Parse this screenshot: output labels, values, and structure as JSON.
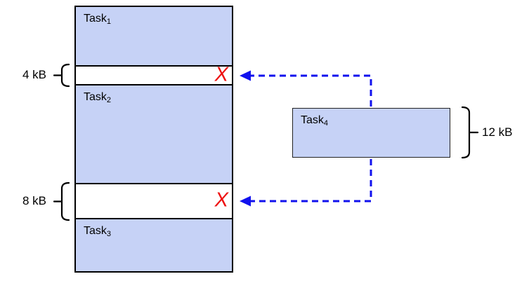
{
  "diagram": {
    "memory_column": {
      "segments": [
        {
          "kind": "task",
          "label_base": "Task",
          "label_sub": "1"
        },
        {
          "kind": "gap",
          "size_label": "4 kB",
          "reject_marker": "X"
        },
        {
          "kind": "task",
          "label_base": "Task",
          "label_sub": "2"
        },
        {
          "kind": "gap",
          "size_label": "8 kB",
          "reject_marker": "X"
        },
        {
          "kind": "task",
          "label_base": "Task",
          "label_sub": "3"
        }
      ]
    },
    "incoming_task": {
      "label_base": "Task",
      "label_sub": "4",
      "size_label": "12 kB"
    },
    "arrows": [
      {
        "from": "incoming-task-top",
        "to": "gap-4kb",
        "style": "dashed"
      },
      {
        "from": "incoming-task-bottom",
        "to": "gap-8kb",
        "style": "dashed"
      }
    ],
    "colors": {
      "task_fill": "#c6d2f6",
      "outline": "#000000",
      "arrow_blue": "#1111ee",
      "reject_red": "#ee1111"
    }
  }
}
